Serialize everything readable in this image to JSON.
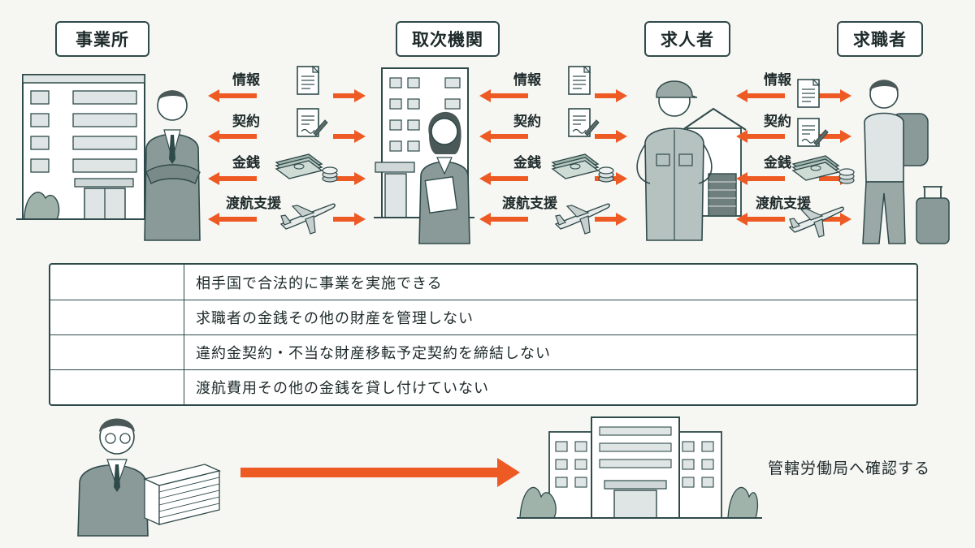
{
  "actors": [
    {
      "id": "office",
      "label": "事業所"
    },
    {
      "id": "agency",
      "label": "取次機関"
    },
    {
      "id": "recruiter",
      "label": "求人者"
    },
    {
      "id": "jobseeker",
      "label": "求職者"
    }
  ],
  "flows": {
    "left": [
      "情報",
      "契約",
      "金銭",
      "渡航支援"
    ],
    "middle": [
      "情報",
      "契約",
      "金銭",
      "渡航支援"
    ],
    "right": [
      "情報",
      "契約",
      "金銭",
      "渡航支援"
    ]
  },
  "conditions": [
    "相手国で合法的に事業を実施できる",
    "求職者の金銭その他の財産を管理しない",
    "違約金契約・不当な財産移転予定契約を締結しない",
    "渡航費用その他の金銭を貸し付けていない"
  ],
  "confirm_label": "管轄労働局へ確認する",
  "colors": {
    "arrow": "#ee5a24",
    "line": "#2f4a4a",
    "suit": "#8a9a98",
    "paper": "#ffffff"
  },
  "icons": [
    "document-icon",
    "contract-pen-icon",
    "money-icon",
    "airplane-icon",
    "office-building-icon",
    "house-icon",
    "government-building-icon"
  ]
}
